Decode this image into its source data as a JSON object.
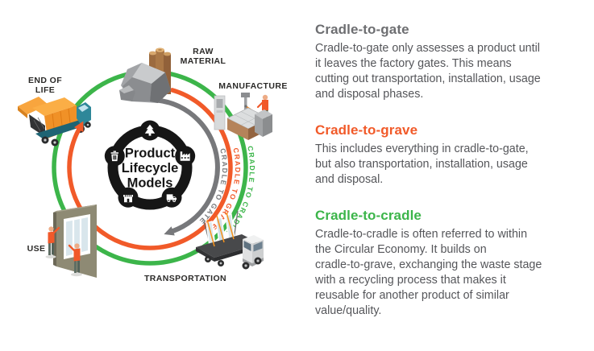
{
  "diagram": {
    "center": {
      "line1": "Product",
      "line2": "Lifecycle",
      "line3": "Models"
    },
    "stages": {
      "raw_material": {
        "line1": "RAW",
        "line2": "MATERIAL"
      },
      "manufacture": {
        "label": "MANUFACTURE"
      },
      "transportation": {
        "label": "TRANSPORTATION"
      },
      "use": {
        "label": "USE"
      },
      "end_of_life": {
        "line1": "END OF",
        "line2": "LIFE"
      }
    },
    "arcs": {
      "cradle_to_gate": {
        "label": "CRADLE TO GATE",
        "color": "#77787B"
      },
      "cradle_to_grave": {
        "label": "CRADLE TO GRAVE",
        "color": "#F15A29"
      },
      "cradle_to_cradle": {
        "label": "CRADLE TO CRADLE",
        "color": "#3CB54A"
      }
    },
    "ring_icons": [
      "tree-icon",
      "trash-icon",
      "factory-icon",
      "store-icon",
      "truck-icon"
    ],
    "colors": {
      "ring": "#161616",
      "green": "#3CB54A",
      "orange": "#F15A29",
      "gray": "#77787B"
    }
  },
  "content": {
    "sections": [
      {
        "heading": "Cradle-to-gate",
        "color": "#6D6E71",
        "body": "Cradle-to-gate only assesses a product until\nit leaves the factory gates. This means\ncutting out transportation, installation, usage\nand disposal phases."
      },
      {
        "heading": "Cradle-to-grave",
        "color": "#F15A29",
        "body": "This includes everything in cradle-to-gate,\nbut also transportation, installation, usage\nand disposal."
      },
      {
        "heading": "Cradle-to-cradle",
        "color": "#3CB54A",
        "body": "Cradle-to-cradle is often referred to within\nthe Circular Economy. It builds on\ncradle-to-grave, exchanging the waste stage\nwith a recycling process that makes it\nreusable for another product of similar\nvalue/quality."
      }
    ]
  }
}
